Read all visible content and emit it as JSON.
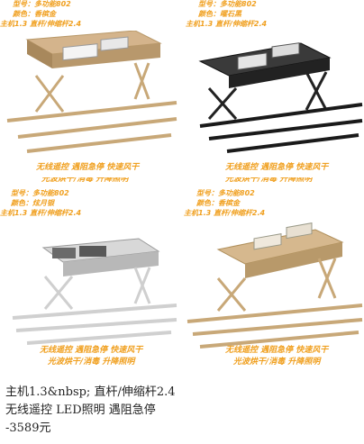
{
  "panels": [
    {
      "spec": [
        "",
        "",
        "主机1.3  直杆/伸缩杆2.4"
      ],
      "features": [
        "无线遥控 遇阻急停 快速风干",
        "光波烘干/消毒  升降照明"
      ],
      "color": "#c8a878"
    },
    {
      "spec": [
        "型号：多功能802",
        "颜色：曜石黑",
        "主机1.3  直杆/伸缩杆2.4"
      ],
      "features": [
        "无线遥控 遇阻急停 快速风干",
        "光波烘干/消毒  升降照明"
      ],
      "color": "#2a2a2a"
    },
    {
      "spec": [
        "型号：多功能802",
        "颜色：炫月银",
        "主机1.3  直杆/伸缩杆2.4"
      ],
      "features": [
        "无线遥控 遇阻急停 快速风干",
        "光波烘干/消毒  升降照明"
      ],
      "color": "#cfcfcf"
    },
    {
      "spec": [
        "型号：多功能802",
        "颜色：香槟金",
        "主机1.3  直杆/伸缩杆2.4"
      ],
      "features": [
        "无线遥控 遇阻急停 快速风干",
        "光波烘干/消毒  升降照明"
      ],
      "color": "#c8a878"
    }
  ],
  "top_partial": [
    "型号：多功能802",
    "颜色：香槟金"
  ],
  "top_partial_right": [
    "型号：多功能802",
    "颜色：曜石黑"
  ],
  "caption": {
    "line1": "主机1.3&nbsp; 直杆/伸缩杆2.4",
    "line2": "无线遥控 LED照明 遇阻急停",
    "line3": "-3589元"
  }
}
